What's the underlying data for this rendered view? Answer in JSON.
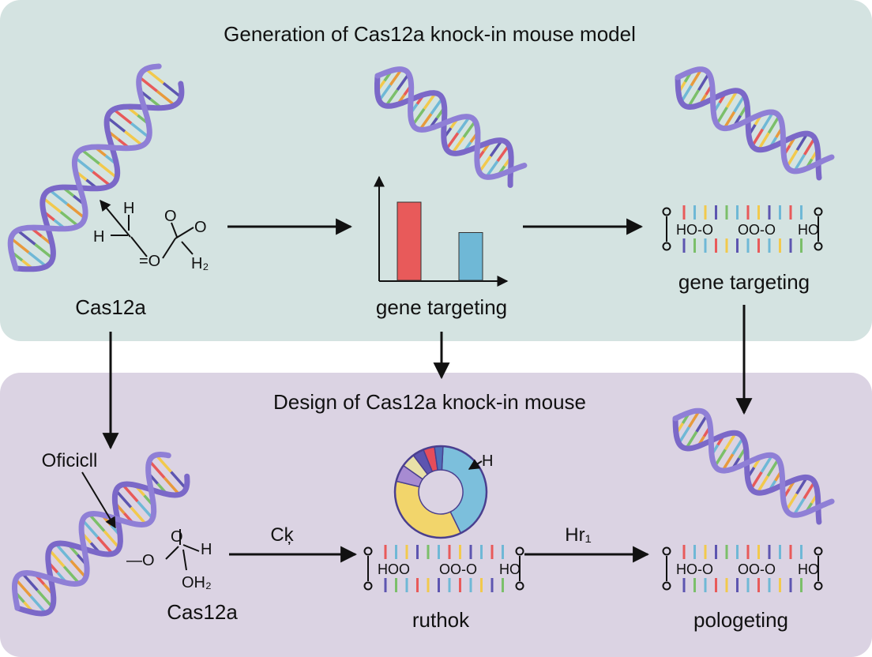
{
  "top_section": {
    "title": "Generation of Cas12a knock-in mouse model",
    "label_left": "Cas12a",
    "label_center": "gene targeting",
    "label_right": "gene targeting"
  },
  "bottom_section": {
    "title": "Design of Cas12a knock-in mouse",
    "label_oficicll": "Oficicll",
    "label_left": "Cas12a",
    "label_center": "ruthok",
    "label_right": "pologeting",
    "arrow_label_1": "Cķ",
    "arrow_label_2": "Hr₁"
  },
  "chem_text": {
    "h_top": "H",
    "h_left": "H",
    "o_ring": "O",
    "o_eq": "=O",
    "h2": "H₂",
    "o_bottom_1": "O",
    "o_bottom_2": "O",
    "h_bottom": "H",
    "oh2": "OH₂",
    "o_dash": "—O",
    "pie_h": "H"
  },
  "strip_text": {
    "top_right": [
      "HO-O",
      "OO-O",
      "HO"
    ],
    "bottom_center": [
      "HOO",
      "OO-O",
      "HO"
    ],
    "bottom_right": [
      "HO-O",
      "OO-O",
      "HO"
    ]
  },
  "chart_data": {
    "type": "bar",
    "categories": [
      "",
      ""
    ],
    "values": [
      0.9,
      0.55
    ],
    "colors": [
      "#e85a5a",
      "#6fb8d6"
    ]
  },
  "donut": {
    "values": [
      0.42,
      0.36,
      0.06,
      0.05,
      0.04,
      0.04,
      0.03
    ],
    "colors": [
      "#7cbfdc",
      "#f2d56b",
      "#a78bd2",
      "#e8e1a8",
      "#5d55b0",
      "#e74d5a",
      "#4f6fb8"
    ]
  },
  "colors": {
    "top_panel": "#d4e3e1",
    "bottom_panel": "#dbd3e3",
    "helix_backbone": "#7b68c8",
    "arrow": "#111111"
  }
}
